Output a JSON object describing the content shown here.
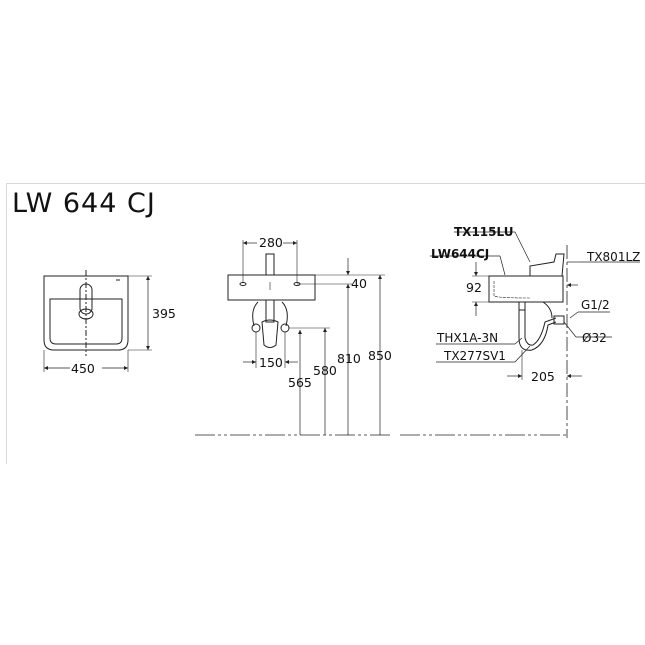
{
  "title": "LW 644 CJ",
  "views": {
    "top_view": {
      "width_dim": "450",
      "depth_dim": "395"
    },
    "front_view": {
      "tap_holes_spacing": "280",
      "rim_to_hole": "40",
      "supply_spacing": "150",
      "supply_height_1": "565",
      "supply_height_2": "580",
      "underside_height": "810",
      "rim_height": "850"
    },
    "side_view": {
      "basin_height": "92",
      "outlet_projection": "205",
      "labels": {
        "faucet": "TX115LU",
        "basin": "LW644CJ",
        "waste": "TX801LZ",
        "thread": "G1/2",
        "trap_diameter": "Ø32",
        "stop_valve": "THX1A-3N",
        "trap": "TX277SV1"
      }
    }
  },
  "colors": {
    "line": "#222222",
    "frame": "#d8d8d8",
    "background": "#ffffff"
  }
}
